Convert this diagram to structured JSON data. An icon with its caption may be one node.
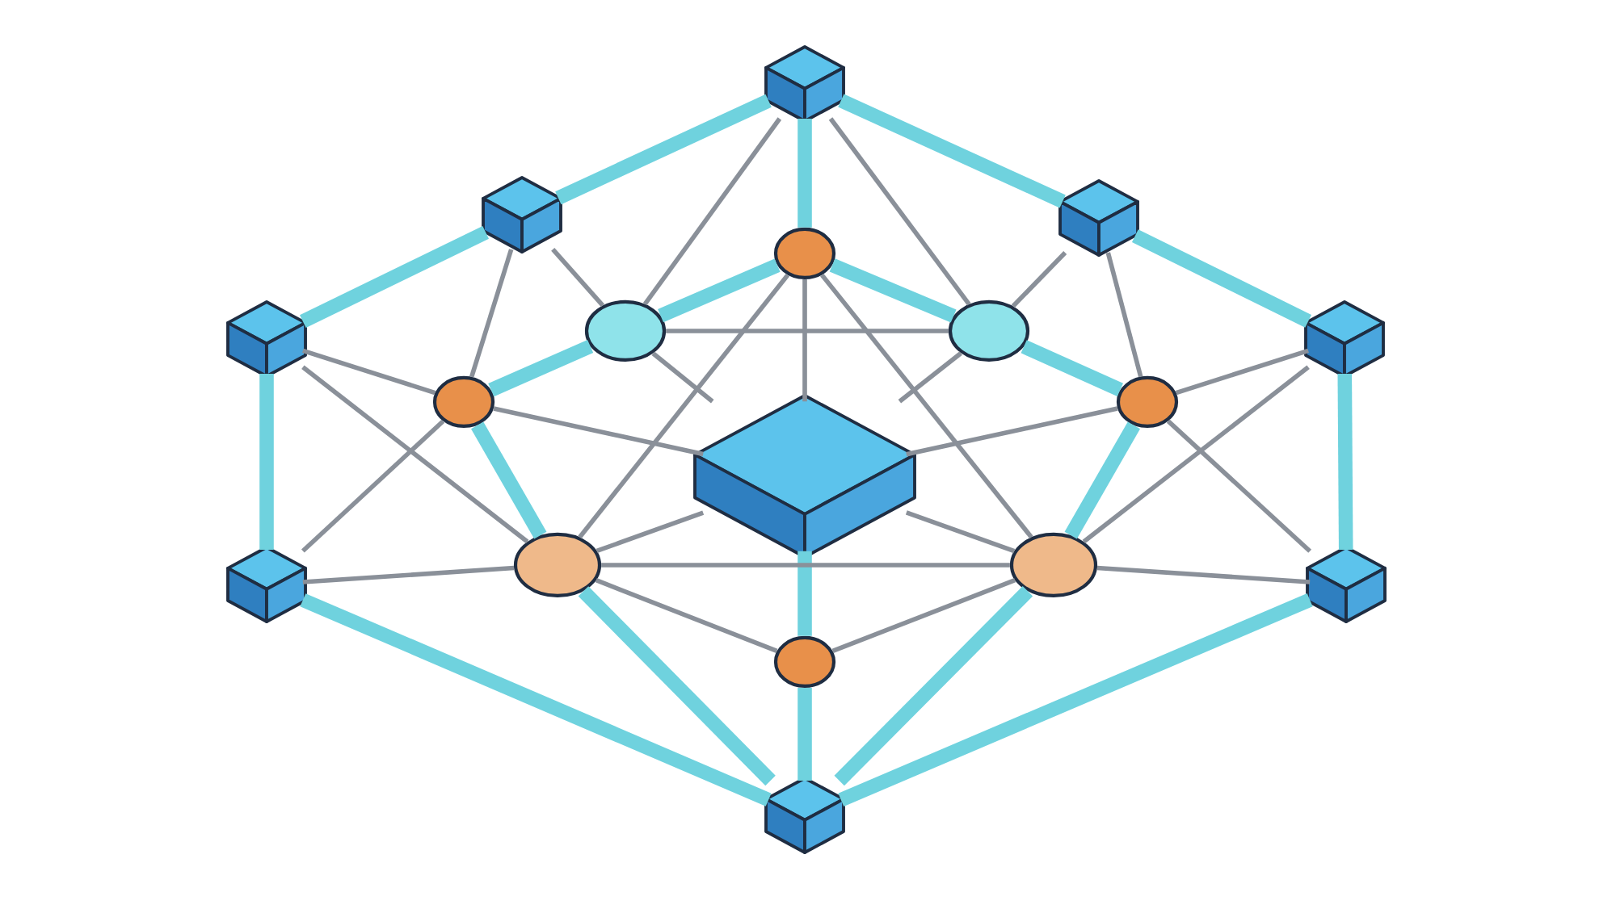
{
  "diagram": {
    "nodes": [
      {
        "text": [],
        "shape": "cube"
      },
      {
        "text": [],
        "shape": "cube"
      },
      {
        "text": [],
        "shape": "cube"
      },
      {
        "text": [],
        "shape": "circle"
      },
      {
        "text": [],
        "shape": "circle"
      },
      {
        "text": [],
        "shape": "circle"
      },
      {
        "text": [],
        "shape": "cube"
      },
      {
        "text": [],
        "shape": "cube"
      },
      {
        "text": [],
        "shape": "circle"
      },
      {
        "text": [],
        "shape": "circle"
      },
      {
        "text": [],
        "shape": "cube"
      },
      {
        "text": [],
        "shape": "circle"
      },
      {
        "text": [],
        "shape": "circle"
      },
      {
        "text": [],
        "shape": "cube"
      },
      {
        "text": [],
        "shape": "cube"
      },
      {
        "text": [],
        "shape": "circle"
      },
      {
        "text": [],
        "shape": "cube"
      }
    ],
    "edges": [
      {
        "from": 0,
        "to": 1,
        "arrow": "none",
        "style": "thick",
        "color": "#6fd2de"
      },
      {
        "from": 1,
        "to": 6,
        "arrow": "none",
        "style": "thick",
        "color": "#6fd2de"
      },
      {
        "from": 0,
        "to": 2,
        "arrow": "none",
        "style": "thick",
        "color": "#6fd2de"
      },
      {
        "from": 2,
        "to": 7,
        "arrow": "none",
        "style": "thick",
        "color": "#6fd2de"
      },
      {
        "from": 6,
        "to": 13,
        "arrow": "none",
        "style": "thick",
        "color": "#6fd2de"
      },
      {
        "from": 7,
        "to": 14,
        "arrow": "none",
        "style": "thick",
        "color": "#6fd2de"
      },
      {
        "from": 13,
        "to": 16,
        "arrow": "none",
        "style": "thick",
        "color": "#6fd2de"
      },
      {
        "from": 14,
        "to": 16,
        "arrow": "none",
        "style": "thick",
        "color": "#6fd2de"
      },
      {
        "from": 0,
        "to": 3,
        "arrow": "none",
        "style": "thick",
        "color": "#6fd2de"
      },
      {
        "from": 3,
        "to": 4,
        "arrow": "none",
        "style": "thick",
        "color": "#6fd2de"
      },
      {
        "from": 3,
        "to": 5,
        "arrow": "none",
        "style": "thick",
        "color": "#6fd2de"
      },
      {
        "from": 4,
        "to": 8,
        "arrow": "none",
        "style": "thick",
        "color": "#6fd2de"
      },
      {
        "from": 5,
        "to": 9,
        "arrow": "none",
        "style": "thick",
        "color": "#6fd2de"
      },
      {
        "from": 8,
        "to": 11,
        "arrow": "none",
        "style": "thick",
        "color": "#6fd2de"
      },
      {
        "from": 9,
        "to": 12,
        "arrow": "none",
        "style": "thick",
        "color": "#6fd2de"
      },
      {
        "from": 11,
        "to": 16,
        "arrow": "none",
        "style": "thick",
        "color": "#6fd2de"
      },
      {
        "from": 12,
        "to": 16,
        "arrow": "none",
        "style": "thick",
        "color": "#6fd2de"
      },
      {
        "from": 15,
        "to": 16,
        "arrow": "none",
        "style": "thick",
        "color": "#6fd2de"
      },
      {
        "from": 10,
        "to": 15,
        "arrow": "none",
        "style": "thick",
        "color": "#6fd2de"
      },
      {
        "from": 0,
        "to": 4,
        "arrow": "none"
      },
      {
        "from": 0,
        "to": 5,
        "arrow": "none"
      },
      {
        "from": 1,
        "to": 4,
        "arrow": "none"
      },
      {
        "from": 1,
        "to": 8,
        "arrow": "none"
      },
      {
        "from": 2,
        "to": 5,
        "arrow": "none"
      },
      {
        "from": 2,
        "to": 9,
        "arrow": "none"
      },
      {
        "from": 6,
        "to": 8,
        "arrow": "none"
      },
      {
        "from": 6,
        "to": 11,
        "arrow": "none"
      },
      {
        "from": 7,
        "to": 9,
        "arrow": "none"
      },
      {
        "from": 7,
        "to": 12,
        "arrow": "none"
      },
      {
        "from": 13,
        "to": 8,
        "arrow": "none"
      },
      {
        "from": 13,
        "to": 11,
        "arrow": "none"
      },
      {
        "from": 14,
        "to": 9,
        "arrow": "none"
      },
      {
        "from": 14,
        "to": 12,
        "arrow": "none"
      },
      {
        "from": 4,
        "to": 5,
        "arrow": "none"
      },
      {
        "from": 3,
        "to": 10,
        "arrow": "none"
      },
      {
        "from": 4,
        "to": 10,
        "arrow": "none"
      },
      {
        "from": 5,
        "to": 10,
        "arrow": "none"
      },
      {
        "from": 8,
        "to": 10,
        "arrow": "none"
      },
      {
        "from": 9,
        "to": 10,
        "arrow": "none"
      },
      {
        "from": 11,
        "to": 10,
        "arrow": "none"
      },
      {
        "from": 12,
        "to": 10,
        "arrow": "none"
      },
      {
        "from": 11,
        "to": 12,
        "arrow": "none"
      },
      {
        "from": 11,
        "to": 15,
        "arrow": "none"
      },
      {
        "from": 12,
        "to": 15,
        "arrow": "none"
      },
      {
        "from": 3,
        "to": 11,
        "arrow": "none"
      },
      {
        "from": 3,
        "to": 12,
        "arrow": "none"
      }
    ]
  }
}
